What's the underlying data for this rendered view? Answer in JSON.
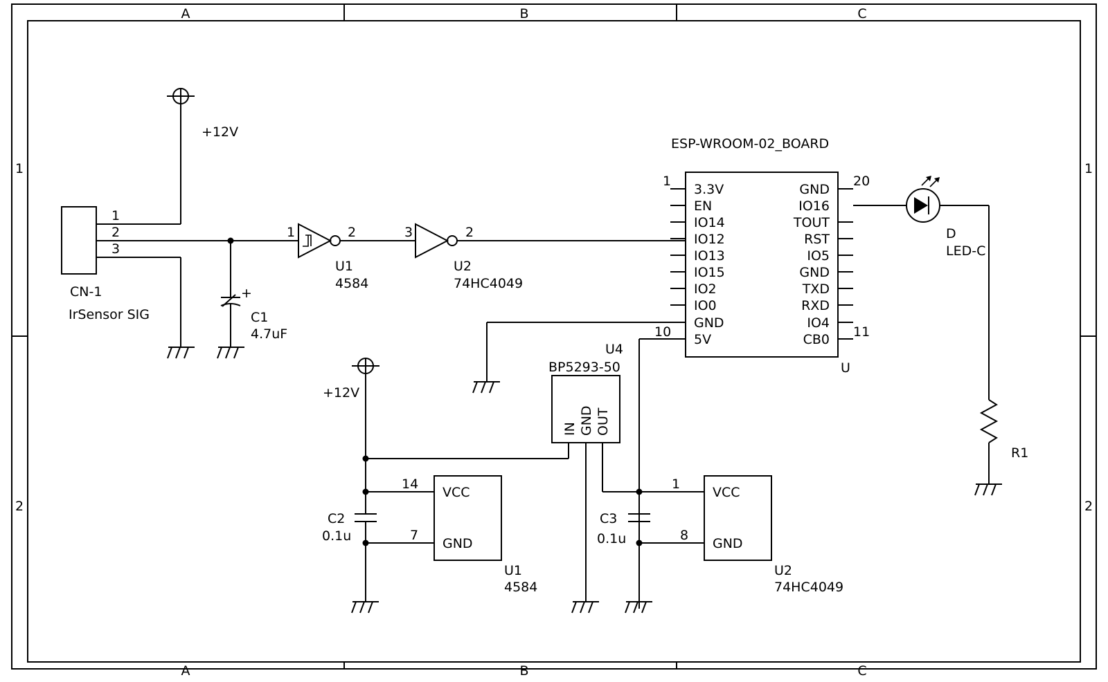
{
  "frame": {
    "columns": [
      "A",
      "B",
      "C"
    ],
    "rows": [
      "1",
      "2"
    ]
  },
  "power": {
    "top_label": "+12V",
    "bottom_label": "+12V"
  },
  "connector": {
    "ref": "CN-1",
    "value": "IrSensor SIG",
    "pins": [
      "1",
      "2",
      "3"
    ]
  },
  "c1": {
    "ref": "C1",
    "value": "4.7uF",
    "polarity": "+"
  },
  "c2": {
    "ref": "C2",
    "value": "0.1u"
  },
  "c3": {
    "ref": "C3",
    "value": "0.1u"
  },
  "u1_gate": {
    "ref": "U1",
    "value": "4584",
    "pin_in": "1",
    "pin_out": "2"
  },
  "u2_gate": {
    "ref": "U2",
    "value": "74HC4049",
    "pin_in": "3",
    "pin_out": "2"
  },
  "esp": {
    "title": "ESP-WROOM-02_BOARD",
    "ref": "U",
    "left_pins": [
      "3.3V",
      "EN",
      "IO14",
      "IO12",
      "IO13",
      "IO15",
      "IO2",
      "IO0",
      "GND",
      "5V"
    ],
    "right_pins": [
      "GND",
      "IO16",
      "TOUT",
      "RST",
      "IO5",
      "GND",
      "TXD",
      "RXD",
      "IO4",
      "CB0"
    ],
    "pin_num_1": "1",
    "pin_num_10": "10",
    "pin_num_20": "20",
    "pin_num_11": "11"
  },
  "regulator": {
    "ref": "U4",
    "value": "BP5293-50",
    "pins": [
      "IN",
      "GND",
      "OUT"
    ]
  },
  "led": {
    "ref": "D",
    "value": "LED-C"
  },
  "r1": {
    "ref": "R1"
  },
  "u1_power": {
    "ref": "U1",
    "value": "4584",
    "vcc": "VCC",
    "gnd": "GND",
    "vcc_pin": "14",
    "gnd_pin": "7"
  },
  "u2_power": {
    "ref": "U2",
    "value": "74HC4049",
    "vcc": "VCC",
    "gnd": "GND",
    "vcc_pin": "1",
    "gnd_pin": "8"
  }
}
